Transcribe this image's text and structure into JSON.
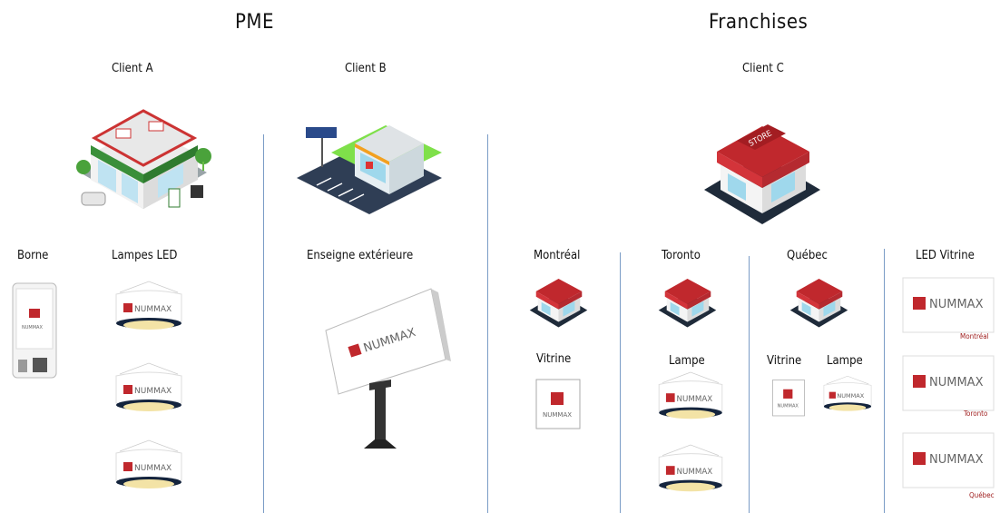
{
  "titles": {
    "pme": "PME",
    "franchises": "Franchises"
  },
  "clients": {
    "a": "Client A",
    "b": "Client B",
    "c": "Client C"
  },
  "labels": {
    "borne": "Borne",
    "lampes_led": "Lampes LED",
    "enseigne": "Enseigne extérieure",
    "montreal": "Montréal",
    "toronto": "Toronto",
    "quebec": "Québec",
    "led_vitrine": "LED Vitrine",
    "vitrine_mtl": "Vitrine",
    "lampe_tor": "Lampe",
    "vitrine_qc": "Vitrine",
    "lampe_qc": "Lampe"
  },
  "brand": "NUMMAX",
  "store_sign": "STORE",
  "led_vitrine_cities": [
    "Montréal",
    "Toronto",
    "Québec"
  ],
  "colors": {
    "divider": "#7a9cc6",
    "brand_red": "#c0282d",
    "city_red": "#a02020"
  }
}
